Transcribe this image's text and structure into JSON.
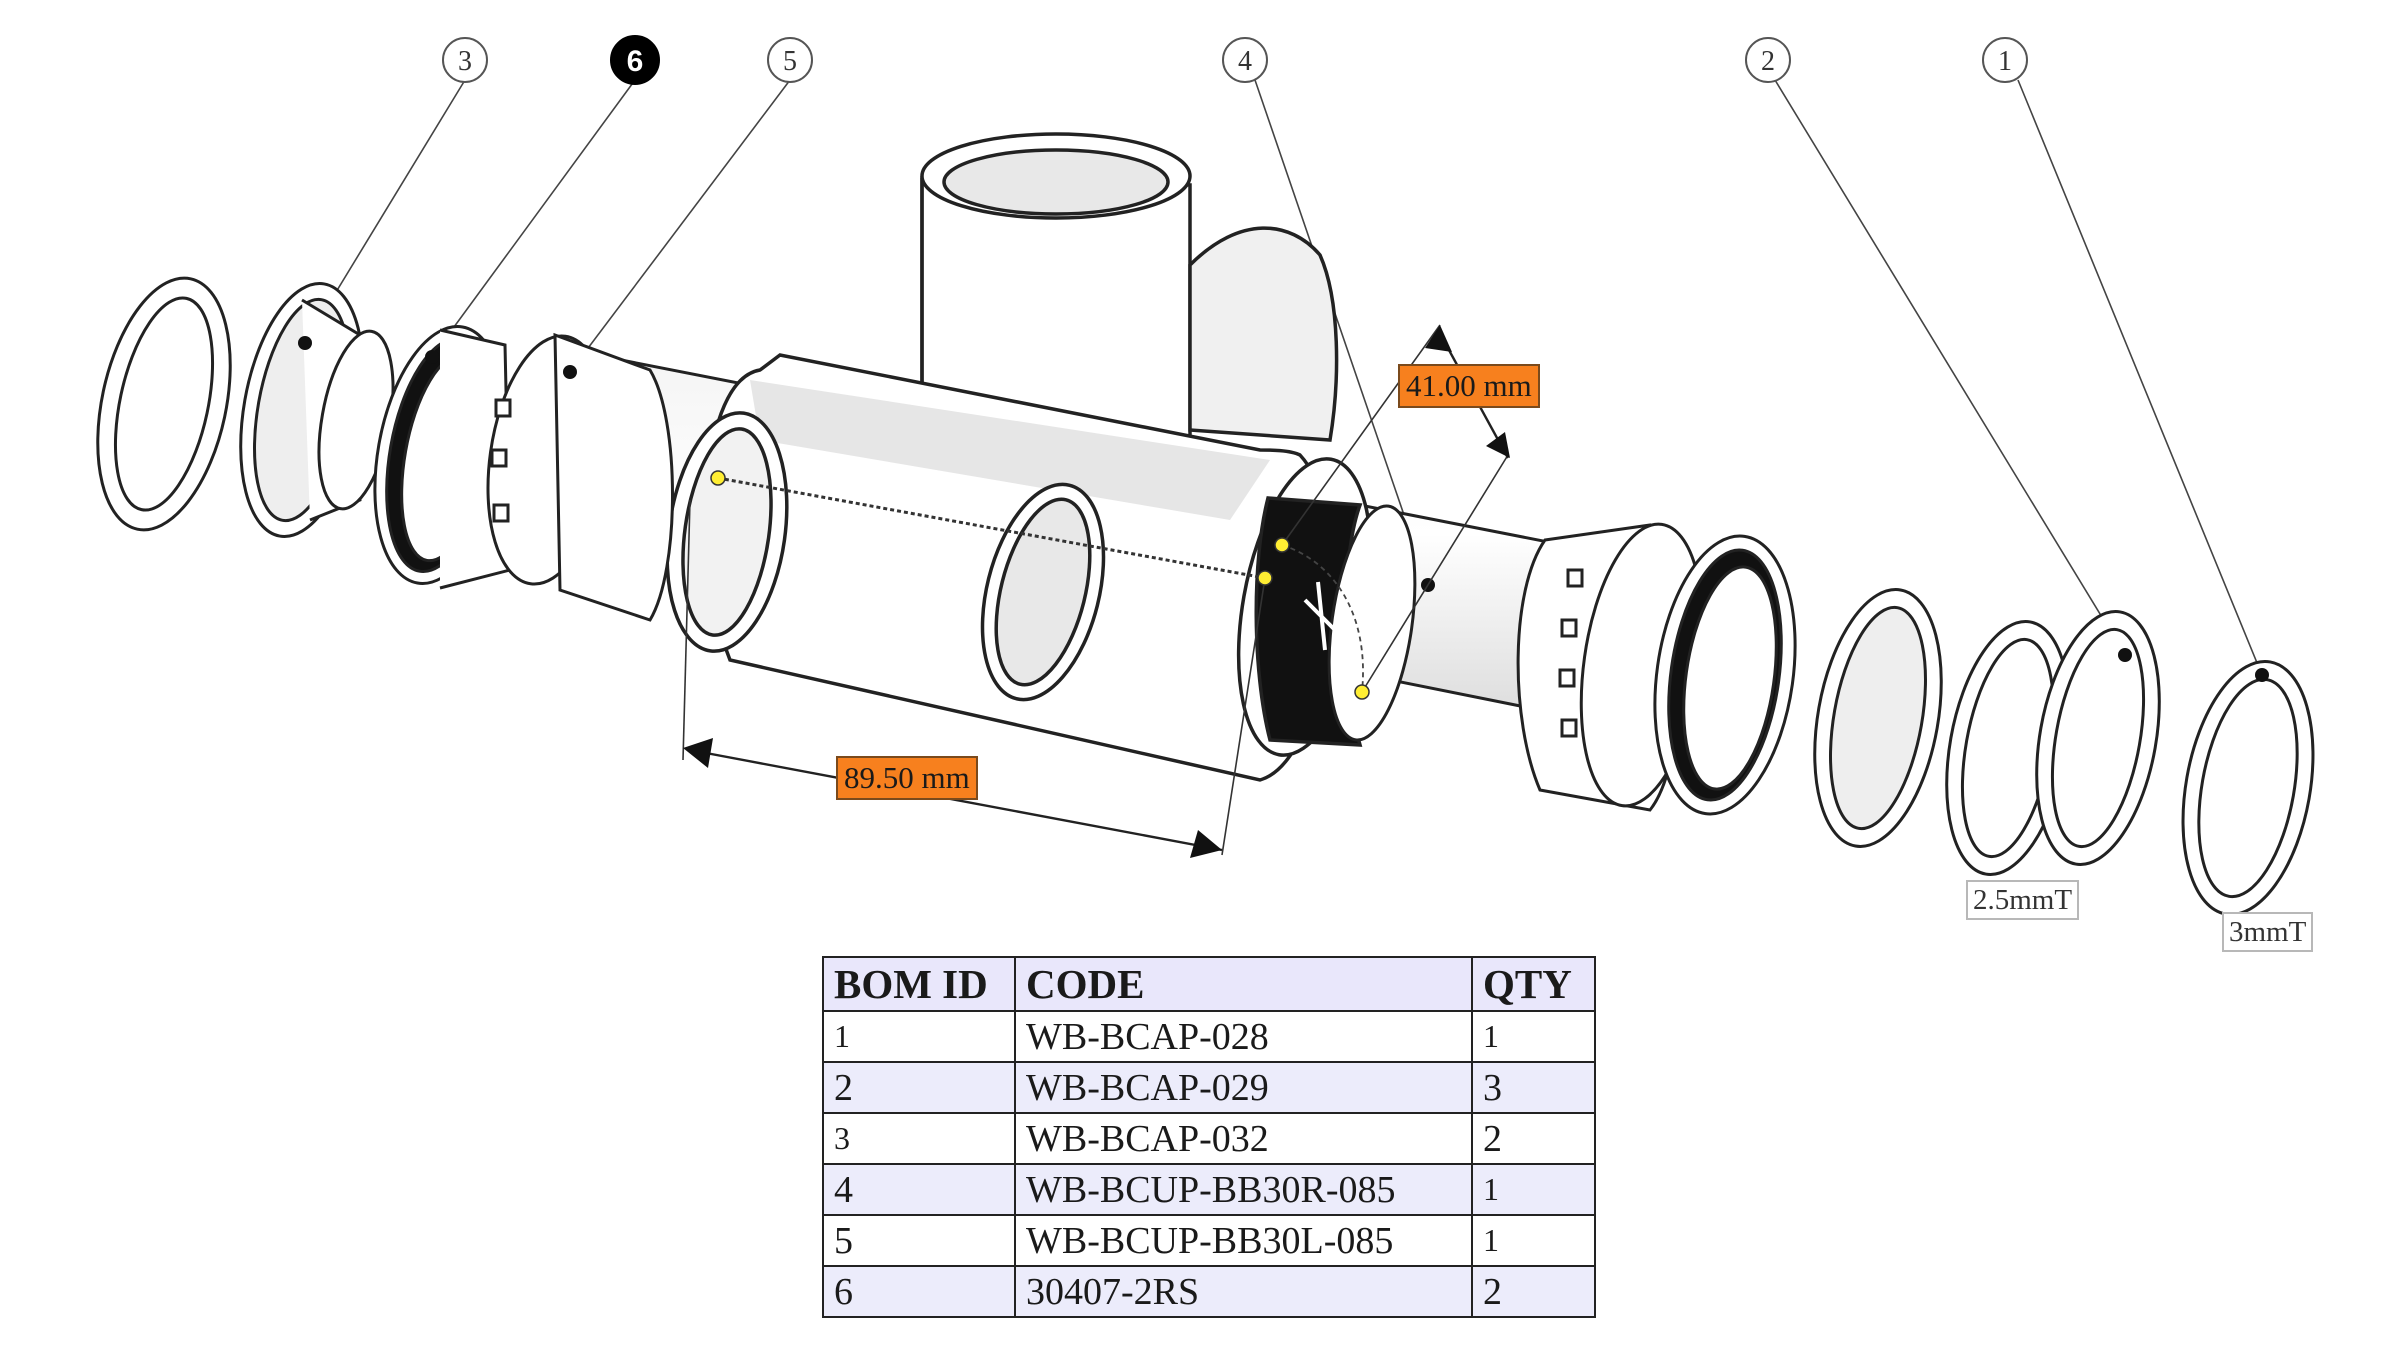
{
  "callouts": [
    {
      "id": "3",
      "filled": false
    },
    {
      "id": "6",
      "filled": true
    },
    {
      "id": "5",
      "filled": false
    },
    {
      "id": "4",
      "filled": false
    },
    {
      "id": "2",
      "filled": false
    },
    {
      "id": "1",
      "filled": false
    }
  ],
  "dimensions": {
    "length": "89.50 mm",
    "diameter": "41.00 mm"
  },
  "thickness_labels": {
    "spacer_2": "2.5mmT",
    "spacer_1": "3mmT"
  },
  "colors": {
    "dimension_fill": "#f7801e",
    "callout_fill": "#000000",
    "table_header": "#e9e7fb",
    "table_stripe": "#ececfb",
    "point_marker": "#ffee33"
  },
  "bom": {
    "headers": [
      "BOM ID",
      "CODE",
      "QTY"
    ],
    "rows": [
      [
        "1",
        "WB-BCAP-028",
        "1"
      ],
      [
        "2",
        "WB-BCAP-029",
        "3"
      ],
      [
        "3",
        "WB-BCAP-032",
        "2"
      ],
      [
        "4",
        "WB-BCUP-BB30R-085",
        "1"
      ],
      [
        "5",
        "WB-BCUP-BB30L-085",
        "1"
      ],
      [
        "6",
        "30407-2RS",
        "2"
      ]
    ]
  }
}
